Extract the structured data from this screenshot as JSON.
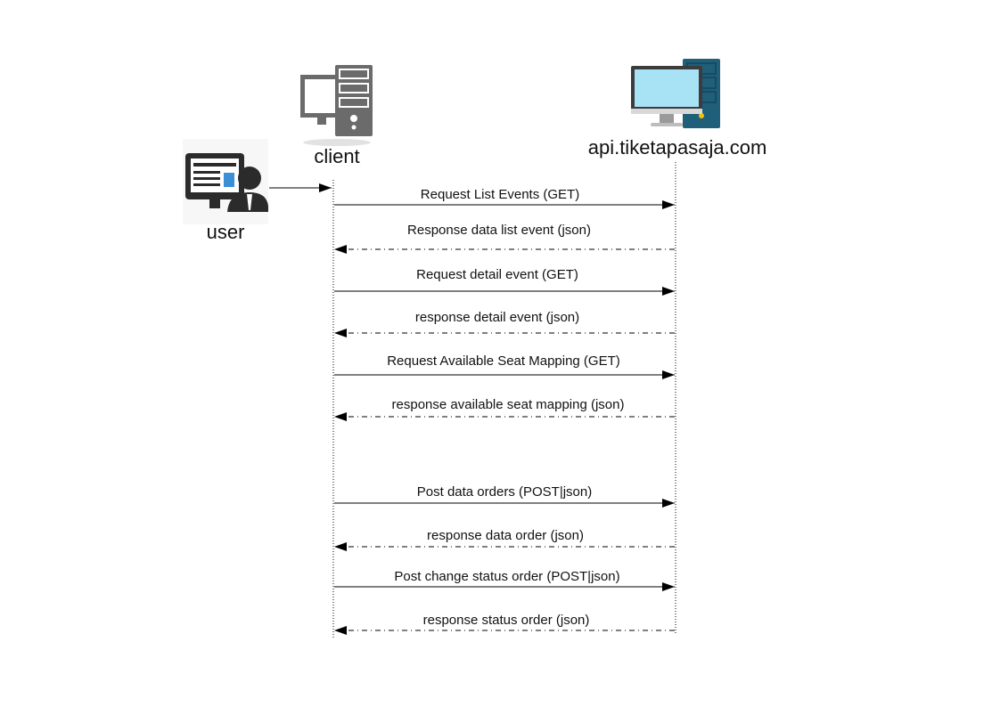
{
  "actors": {
    "user": {
      "label": "user",
      "icon": "user-at-computer-icon"
    },
    "client": {
      "label": "client",
      "icon": "desktop-computer-icon"
    },
    "server": {
      "label": "api.tiketapasaja.com",
      "icon": "server-computer-icon"
    }
  },
  "messages": [
    {
      "label": "Request List Events (GET)",
      "direction": "request"
    },
    {
      "label": "Response data list event (json)",
      "direction": "response"
    },
    {
      "label": "Request detail event (GET)",
      "direction": "request"
    },
    {
      "label": "response detail event (json)",
      "direction": "response"
    },
    {
      "label": "Request Available Seat Mapping (GET)",
      "direction": "request"
    },
    {
      "label": "response available seat mapping (json)",
      "direction": "response"
    },
    {
      "label": "Post data orders (POST|json)",
      "direction": "request"
    },
    {
      "label": "response data order (json)",
      "direction": "response"
    },
    {
      "label": "Post change status order (POST|json)",
      "direction": "request"
    },
    {
      "label": "response status order (json)",
      "direction": "response"
    }
  ],
  "colors": {
    "server_accent": "#1f5f7a",
    "screen_blue": "#a8e3f5",
    "client_gray": "#6b6b6b",
    "user_dark": "#2b2b2b"
  }
}
